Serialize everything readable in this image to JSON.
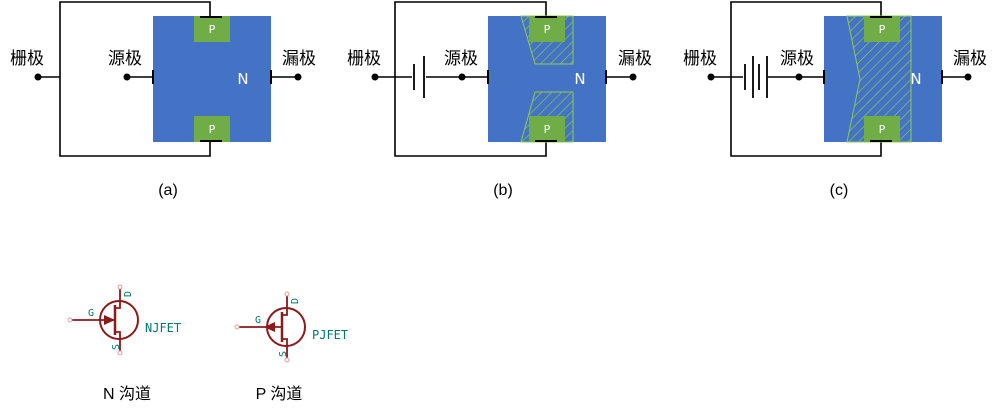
{
  "colors": {
    "channel_blue": "#4472c4",
    "p_green": "#70ad47",
    "hatch_green": "#8ccc4e",
    "wire": "#000000",
    "symbol_red": "#8b1a1a",
    "symbol_text_teal": "#00786e"
  },
  "panels": [
    {
      "gate_label": "栅极",
      "source_label": "源极",
      "drain_label": "漏极",
      "p_label": "P",
      "n_label": "N",
      "caption": "(a)",
      "battery_cells": 0,
      "depletion": "none"
    },
    {
      "gate_label": "栅极",
      "source_label": "源极",
      "drain_label": "漏极",
      "p_label": "P",
      "n_label": "N",
      "caption": "(b)",
      "battery_cells": 1,
      "depletion": "partial"
    },
    {
      "gate_label": "栅极",
      "source_label": "源极",
      "drain_label": "漏极",
      "p_label": "P",
      "n_label": "N",
      "caption": "(c)",
      "battery_cells": 2,
      "depletion": "pinch-off"
    }
  ],
  "symbols": [
    {
      "type": "NJFET",
      "name": "NJFET",
      "g": "G",
      "d": "D",
      "s": "S",
      "caption": "N 沟道"
    },
    {
      "type": "PJFET",
      "name": "PJFET",
      "g": "G",
      "d": "D",
      "s": "S",
      "caption": "P 沟道"
    }
  ]
}
